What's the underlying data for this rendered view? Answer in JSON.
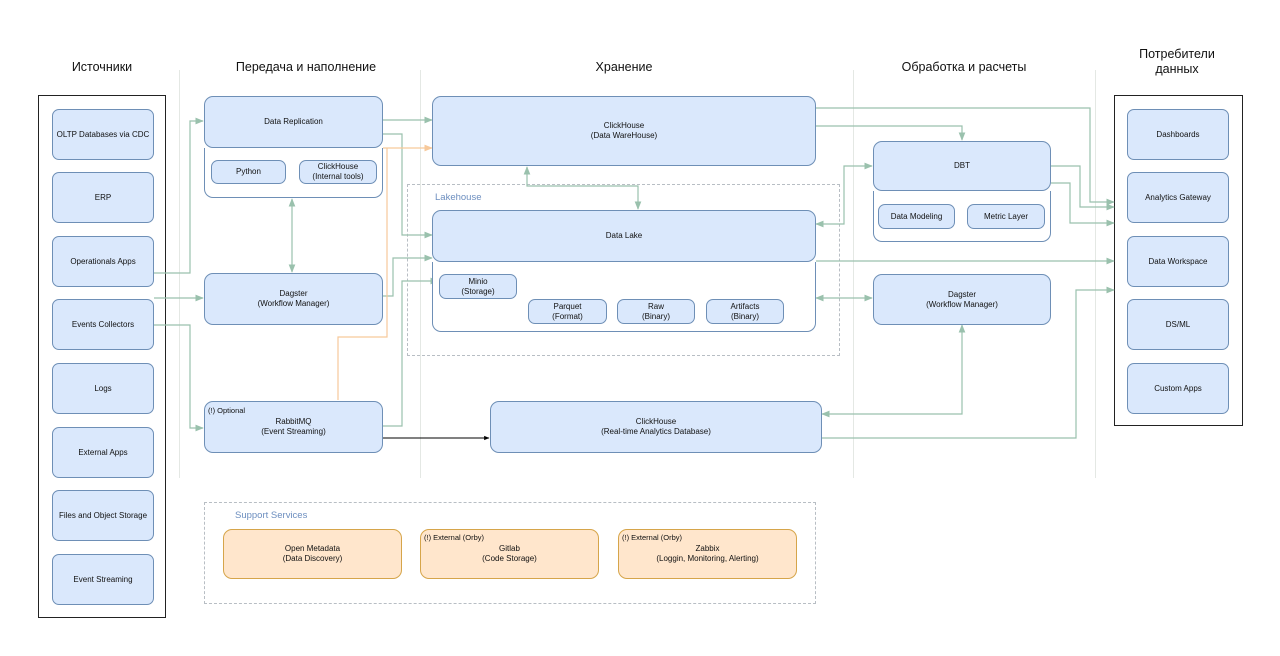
{
  "columns": {
    "sources": "Источники",
    "transfer": "Передача и наполнение",
    "storage": "Хранение",
    "processing": "Обработка и расчеты",
    "consumers_line1": "Потребители",
    "consumers_line2": "данных"
  },
  "sources": [
    "OLTP Databases via CDC",
    "ERP",
    "Operationals Apps",
    "Events Collectors",
    "Logs",
    "External Apps",
    "Files and Object Storage",
    "Event Streaming"
  ],
  "transfer": {
    "replication": {
      "title": "Data Replication",
      "python": "Python",
      "ch_tools_1": "ClickHouse",
      "ch_tools_2": "(Internal tools)"
    },
    "dagster": {
      "line1": "Dagster",
      "line2": "(Workflow Manager)"
    },
    "rabbit": {
      "note": "(!) Optional",
      "line1": "RabbitMQ",
      "line2": "(Event Streaming)"
    }
  },
  "storage": {
    "dwh": {
      "line1": "ClickHouse",
      "line2": "(Data WareHouse)"
    },
    "lakehouse_label": "Lakehouse",
    "datalake": {
      "title": "Data Lake"
    },
    "minio": {
      "line1": "Minio",
      "line2": "(Storage)"
    },
    "parquet": {
      "line1": "Parquet",
      "line2": "(Format)"
    },
    "raw": {
      "line1": "Raw",
      "line2": "(Binary)"
    },
    "artifacts": {
      "line1": "Artifacts",
      "line2": "(Binary)"
    },
    "realtime": {
      "line1": "ClickHouse",
      "line2": "(Real-time Analytics Database)"
    }
  },
  "processing": {
    "dbt": {
      "title": "DBT",
      "modeling": "Data Modeling",
      "metric": "Metric Layer"
    },
    "dagster": {
      "line1": "Dagster",
      "line2": "(Workflow Manager)"
    }
  },
  "consumers": [
    "Dashboards",
    "Analytics Gateway",
    "Data Workspace",
    "DS/ML",
    "Custom Apps"
  ],
  "support": {
    "label": "Support Services",
    "metadata": {
      "line1": "Open Metadata",
      "line2": "(Data Discovery)"
    },
    "gitlab": {
      "note": "(!) External (Orby)",
      "line1": "Gitlab",
      "line2": "(Code Storage)"
    },
    "zabbix": {
      "note": "(!) External (Orby)",
      "line1": "Zabbix",
      "line2": "(Loggin, Monitoring, Alerting)"
    }
  },
  "colors": {
    "box_fill": "#dae8fc",
    "box_stroke": "#6e8fb6",
    "support_fill": "#ffe6cc",
    "support_stroke": "#d6a54a",
    "arrow_green": "#9ac1ad",
    "arrow_orange": "#f7c99b",
    "arrow_black": "#000000"
  }
}
